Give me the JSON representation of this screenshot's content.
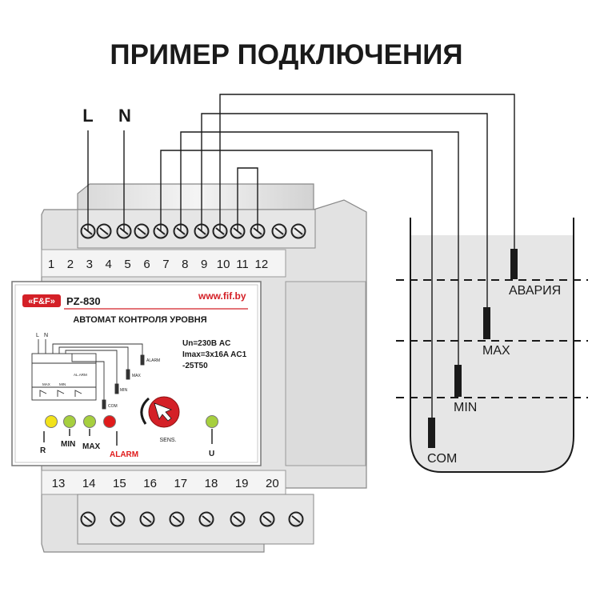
{
  "title": "ПРИМЕР  ПОДКЛЮЧЕНИЯ",
  "supply": {
    "line": "L",
    "neutral": "N"
  },
  "device": {
    "brand": "«F&F»",
    "model": "PZ-830",
    "url": "www.fif.by",
    "name": "АВТОМАТ КОНТРОЛЯ УРОВНЯ",
    "specs": [
      "Un=230В AC",
      "Imax=3x16A AC1",
      "-25T50"
    ],
    "top_terminals": [
      "1",
      "2",
      "3",
      "4",
      "5",
      "6",
      "7",
      "8",
      "9",
      "10",
      "11",
      "12"
    ],
    "bottom_terminals": [
      "13",
      "14",
      "15",
      "16",
      "17",
      "18",
      "19",
      "20"
    ],
    "knob_label": "SENS.",
    "indicators": {
      "r": {
        "label": "R",
        "color": "#f2e21a"
      },
      "min": {
        "label": "MIN",
        "color": "#a6cf3e"
      },
      "max": {
        "label": "MAX",
        "color": "#a6cf3e"
      },
      "alarm": {
        "label": "ALARM",
        "color": "#e01b1b"
      },
      "u": {
        "label": "U",
        "color": "#a6cf3e"
      }
    },
    "mini_schematic": {
      "l": "L",
      "n": "N",
      "alarm": "ALARM",
      "max": "MAX",
      "min": "MIN",
      "com": "COM",
      "relay_max": "MAX",
      "relay_min": "MIN",
      "relay_alarm": "AL.ARM"
    }
  },
  "tank": {
    "probes": {
      "alarm": "АВАРИЯ",
      "max": "MAX",
      "min": "MIN",
      "com": "COM"
    }
  },
  "colors": {
    "alarm_text": "#e01b1b",
    "brand_red": "#d42027",
    "ink": "#1a1a1a"
  }
}
